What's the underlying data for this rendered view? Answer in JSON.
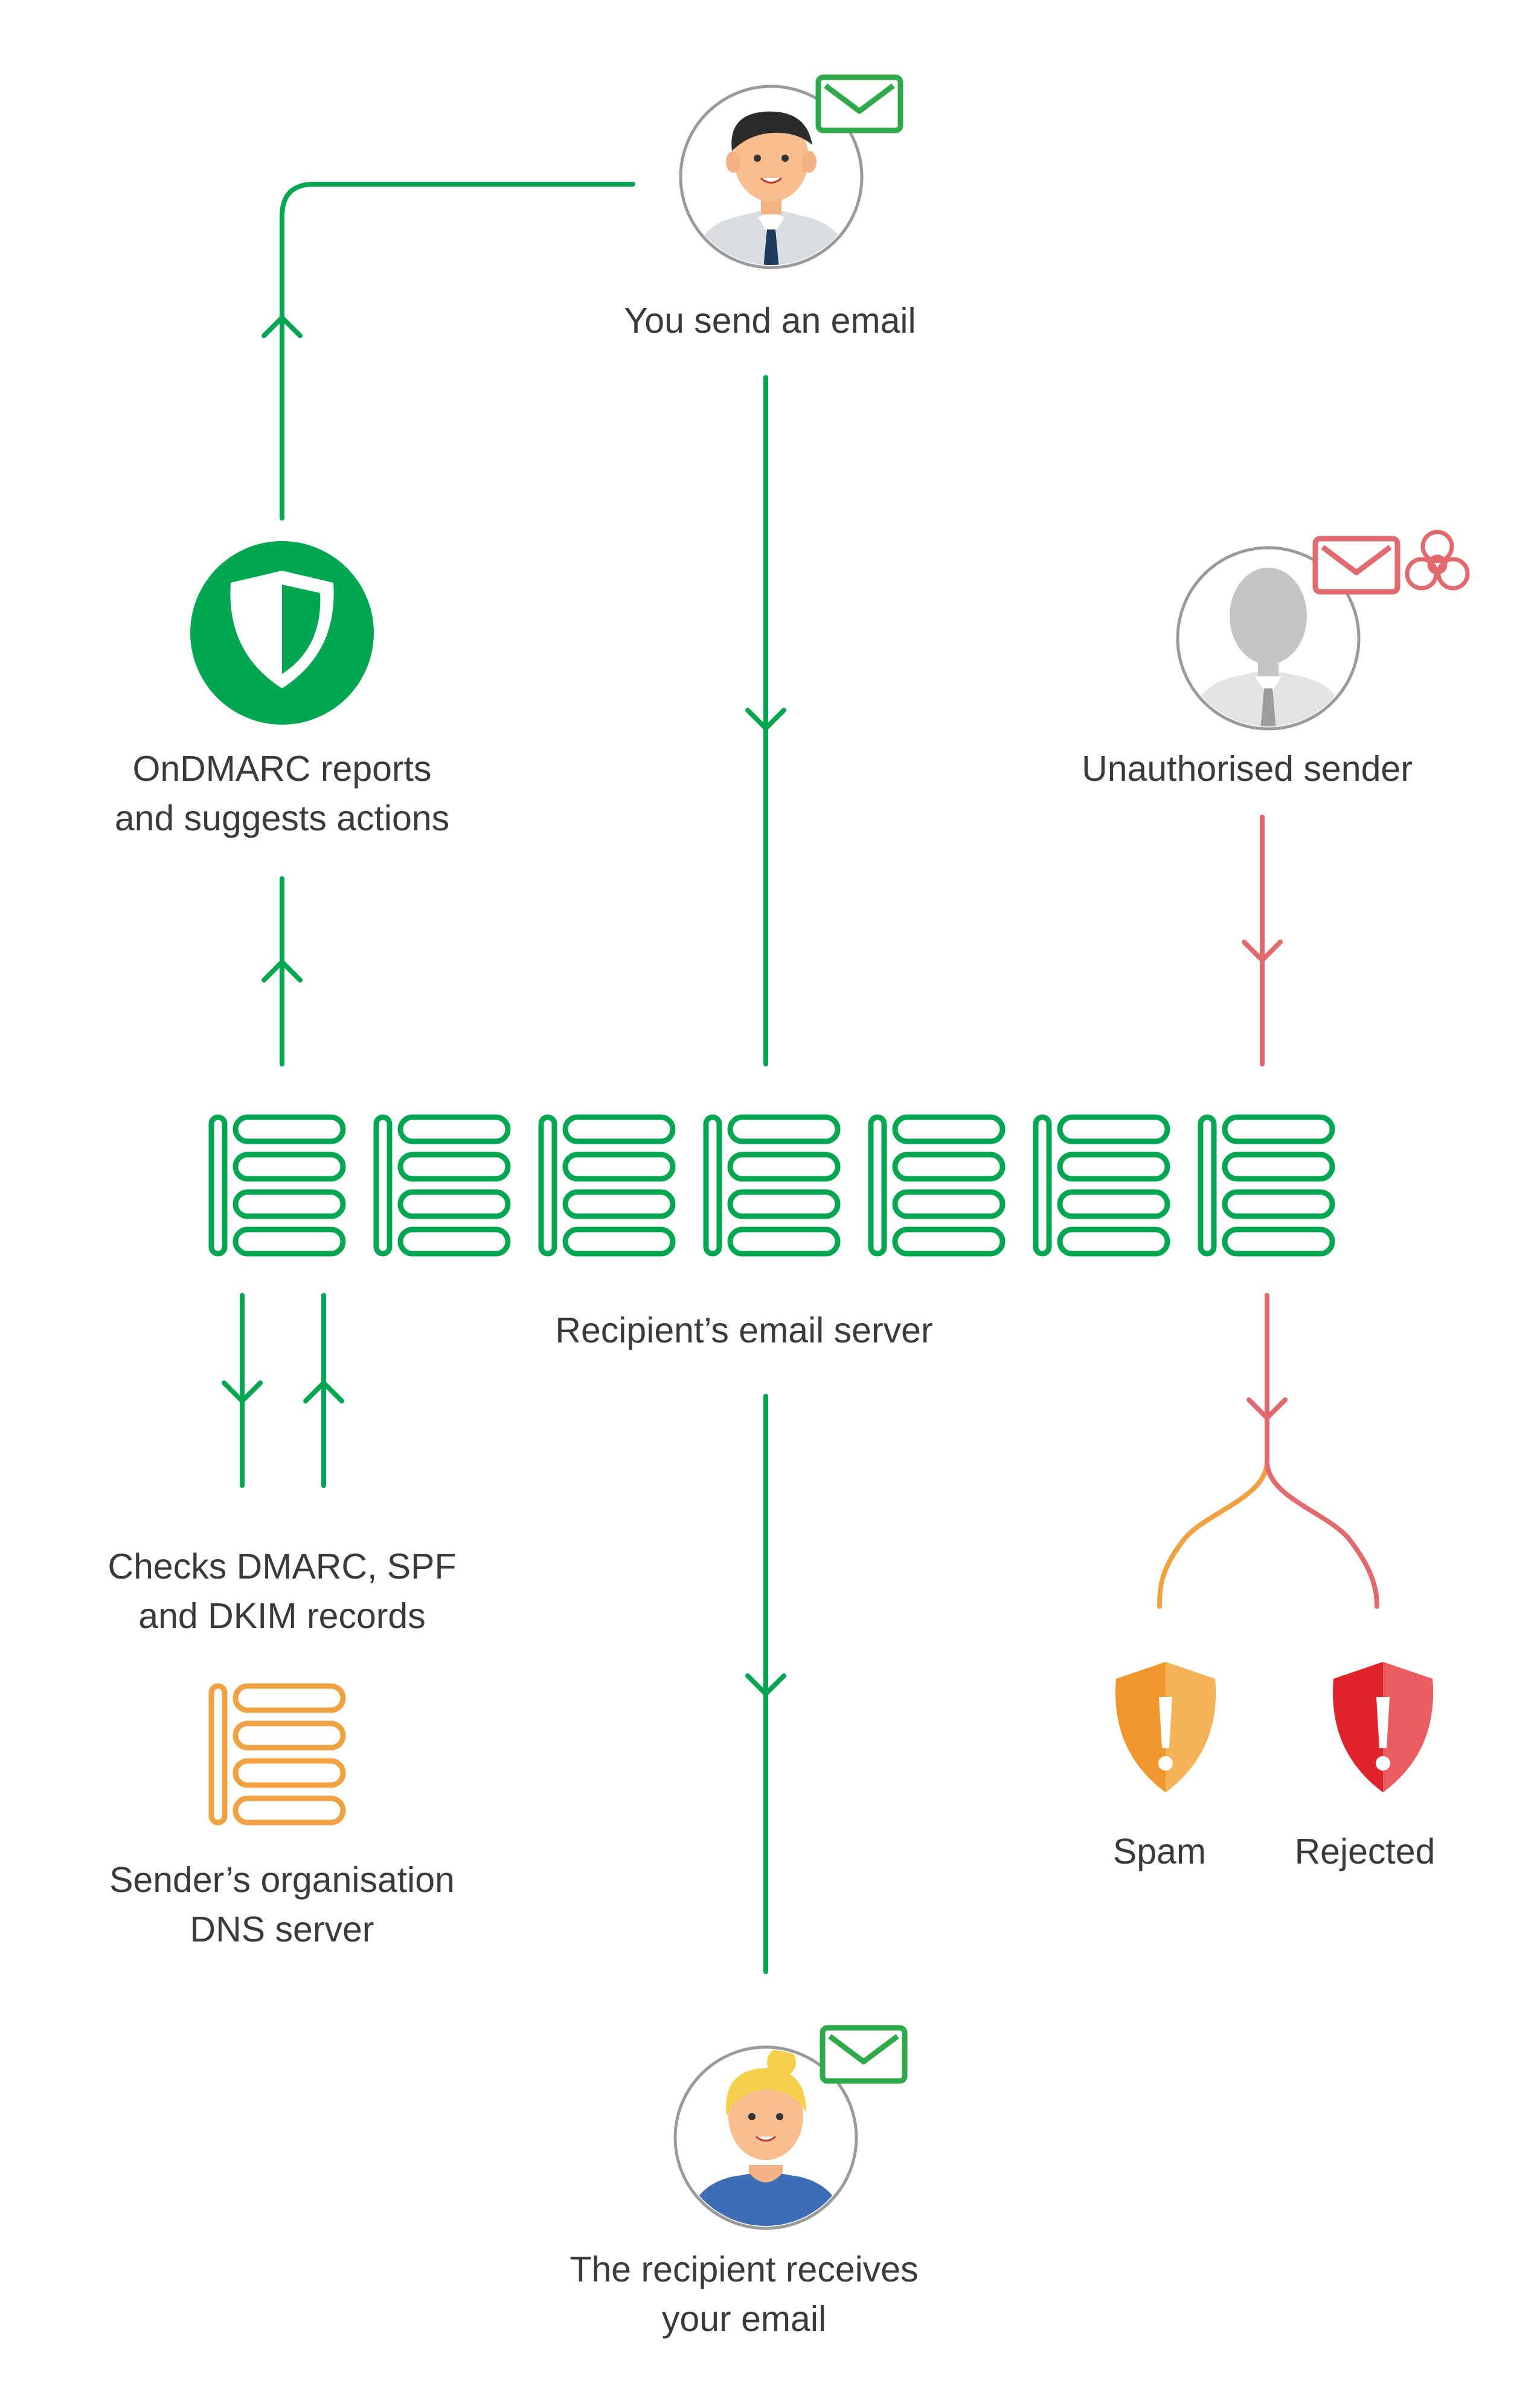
{
  "labels": {
    "sender": "You send an email",
    "ondmarc_line1": "OnDMARC reports",
    "ondmarc_line2": "and suggests actions",
    "unauthorised": "Unauthorised sender",
    "recipient_server": "Recipient’s email server",
    "checks_line1": "Checks DMARC, SPF",
    "checks_line2": "and DKIM records",
    "dns_line1": "Sender’s organisation",
    "dns_line2": "DNS server",
    "spam": "Spam",
    "rejected": "Rejected",
    "receives_line1": "The recipient receives",
    "receives_line2": "your email"
  },
  "icons": {
    "sender": "businessman-avatar-icon",
    "sender_mail": "envelope-icon",
    "ondmarc": "shield-icon",
    "unauthorised": "grey-person-avatar-icon",
    "unauthorised_mail": "envelope-icon",
    "biohazard": "biohazard-icon",
    "server": "server-rack-icon",
    "dns": "server-rack-icon",
    "spam": "warning-shield-icon",
    "rejected": "warning-shield-icon",
    "recipient": "woman-avatar-icon",
    "recipient_mail": "envelope-icon"
  },
  "colors": {
    "green": "#00A651",
    "red": "#E06A6E",
    "orange": "#F0A142",
    "spam": "#F0962A",
    "rejected": "#E0242C"
  },
  "server_rack_count": 7
}
